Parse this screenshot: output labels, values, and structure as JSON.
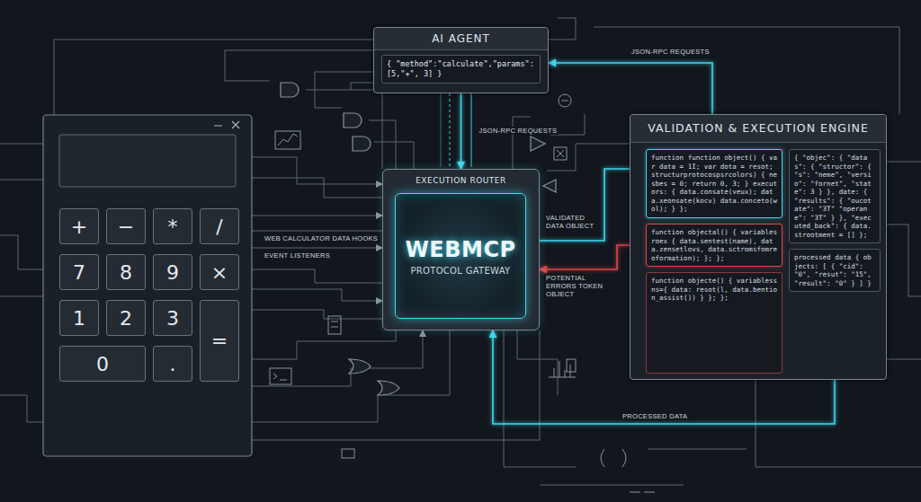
{
  "diagram": {
    "nodes": [
      {
        "text": [
          "AI AGENT"
        ]
      },
      {
        "text": [
          "{ \"method\":\"calculate\",\"params\":[5,\"+\", 3] }"
        ],
        "in": 0
      },
      {
        "text": [
          "EXECUTION ROUTER"
        ]
      },
      {
        "text": [
          "WEBMCP",
          "PROTOCOL GATEWAY"
        ],
        "in": 2
      },
      {
        "text": [
          "VALIDATION & EXECUTION ENGINE"
        ]
      },
      {
        "text": [
          "function function object() { var data = 1I; var dota = resot; structurprotocospsrcolors) { nesbes = 0; return 0, 3; } executors: { data.consate(veux); data.xeonsate(kocv) data.conceto(wol); } };"
        ],
        "in": 4
      },
      {
        "text": [
          "function objectal() { variablesroex { data.sentest(name), data.zensetlovs, data.sctromsfomreoformation); }; };"
        ],
        "in": 4
      },
      {
        "text": [
          "function objecte() { variablessns={ data: resot(l, data.bention_assist()) } }; };"
        ],
        "in": 4
      },
      {
        "text": [
          "{ \"objec\": { \"datas\": { \"structor\": { \"s\": \"neme\", \"versio\": \"fornet\", \"state\": 3 } }, date: { \"results\": { \"oucotate\": \"3T\" \"operane\": \"3T\" } }, \"executed_back\": { data.strootment = [] };"
        ],
        "in": 4
      },
      {
        "text": [
          "processed data { objects: [ { \"cid\": \"0\", \"resut\": \"15\", \"result\": \"0\" } ] }"
        ],
        "in": 4
      },
      {
        "text": [
          "+"
        ]
      },
      {
        "text": [
          "−"
        ]
      },
      {
        "text": [
          "*"
        ]
      },
      {
        "text": [
          "/"
        ]
      },
      {
        "text": [
          "7"
        ]
      },
      {
        "text": [
          "8"
        ]
      },
      {
        "text": [
          "9"
        ]
      },
      {
        "text": [
          "×"
        ]
      },
      {
        "text": [
          "1"
        ]
      },
      {
        "text": [
          "2"
        ]
      },
      {
        "text": [
          "3"
        ]
      },
      {
        "text": [
          "="
        ]
      },
      {
        "text": [
          "0"
        ]
      },
      {
        "text": [
          "."
        ]
      }
    ],
    "edges": [
      {
        "from": 0,
        "to": 2,
        "label": "JSON-RPC REQUESTS",
        "arrow": "to"
      },
      {
        "from": 2,
        "to": 5,
        "label": "VALIDATED DATA OBJECT",
        "arrow": "to"
      },
      {
        "from": 6,
        "to": 2,
        "label": "POTENTIAL ERRORS TOKEN OBJECT",
        "arrow": "to"
      },
      {
        "from": 9,
        "to": 2,
        "label": "PROCESSED DATA",
        "arrow": "to"
      },
      {
        "from": 4,
        "to": 0,
        "label": "JSON-RPC REQUESTS",
        "arrow": "to"
      }
    ],
    "labels": [
      "WEB CALCULATOR DATA HOOKS",
      "EVENT LISTENERS"
    ]
  }
}
